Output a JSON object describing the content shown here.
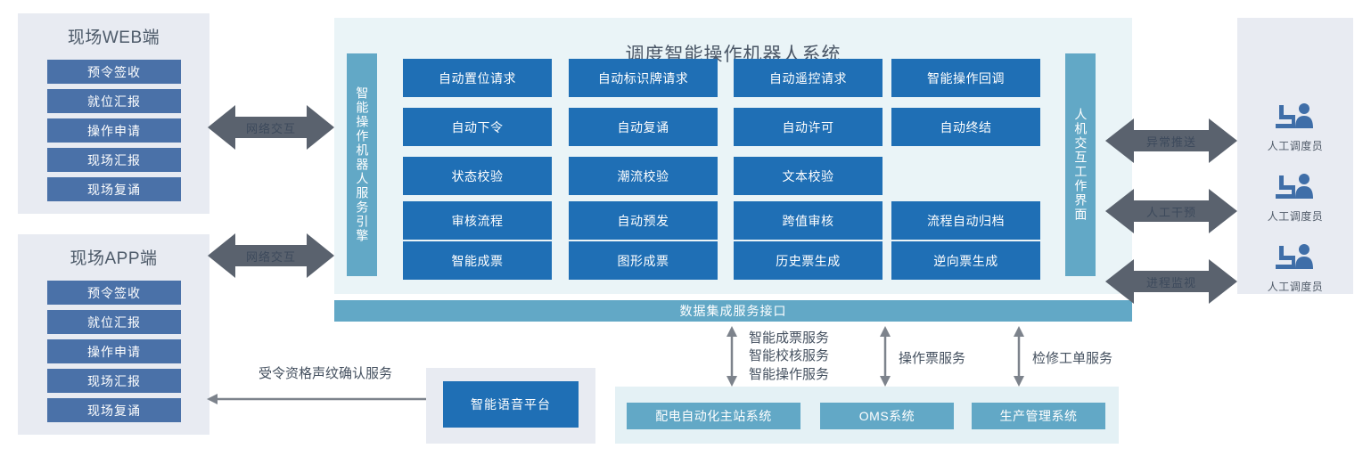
{
  "diagram": {
    "title": "调度智能操作机器人系统"
  },
  "left": {
    "web_panel": {
      "title": "现场WEB端",
      "items": [
        "预令签收",
        "就位汇报",
        "操作申请",
        "现场汇报",
        "现场复诵"
      ]
    },
    "app_panel": {
      "title": "现场APP端",
      "items": [
        "预令签收",
        "就位汇报",
        "操作申请",
        "现场汇报",
        "现场复诵"
      ]
    },
    "arrows": [
      {
        "label": "网络交互"
      },
      {
        "label": "网络交互"
      }
    ]
  },
  "center": {
    "engine_bar": "智能操作机器人服务引擎",
    "hmi_bar": "人机交互工作界面",
    "grid": [
      [
        "自动置位请求",
        "自动标识牌请求",
        "自动遥控请求",
        "智能操作回调"
      ],
      [
        "自动下令",
        "自动复诵",
        "自动许可",
        "自动终结"
      ],
      [
        "状态校验",
        "潮流校验",
        "文本校验",
        ""
      ],
      [
        "审核流程",
        "自动预发",
        "跨值审核",
        "流程自动归档"
      ],
      [
        "智能成票",
        "图形成票",
        "历史票生成",
        "逆向票生成"
      ]
    ],
    "data_bar": "数据集成服务接口"
  },
  "right": {
    "arrows": [
      "异常推送",
      "人工干预",
      "进程监视"
    ],
    "operators": [
      {
        "label": "人工调度员",
        "icon": "operator-at-desk-icon"
      },
      {
        "label": "人工调度员",
        "icon": "operator-at-desk-icon"
      },
      {
        "label": "人工调度员",
        "icon": "operator-at-desk-icon"
      }
    ]
  },
  "bottom": {
    "voice_service_label": "受令资格声纹确认服务",
    "voice_platform": "智能语音平台",
    "service_groups": [
      {
        "label": "智能成票服务\n智能校核服务\n智能操作服务"
      },
      {
        "label": "操作票服务"
      },
      {
        "label": "检修工单服务"
      }
    ],
    "systems": [
      "配电自动化主站系统",
      "OMS系统",
      "生产管理系统"
    ]
  },
  "colors": {
    "primary_blue": "#1f6fb5",
    "slate_blue": "#4a71a8",
    "teal": "#62a8c6",
    "panel_lavender": "#e8ebf2",
    "panel_mint": "#eaf4f7",
    "panel_cyan": "#e4f1f5",
    "arrow_gray": "#5a626e",
    "line_gray": "#7d838c",
    "title_text": "#4a5666"
  }
}
